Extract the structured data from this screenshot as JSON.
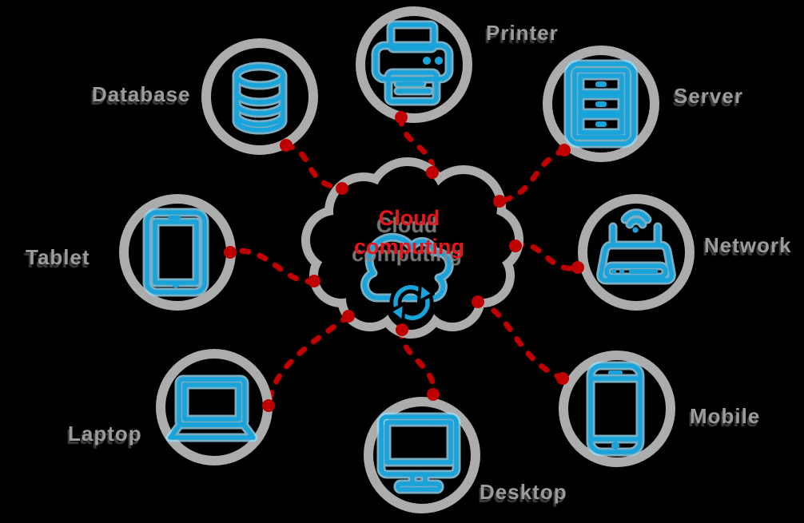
{
  "title": "Cloud computing diagram",
  "center": {
    "line1": "Cloud",
    "line2": "computing",
    "icon": "cloud-sync-icon"
  },
  "nodes": [
    {
      "id": "printer",
      "label": "Printer",
      "icon": "printer-icon"
    },
    {
      "id": "server",
      "label": "Server",
      "icon": "server-cabinet-icon"
    },
    {
      "id": "network",
      "label": "Network",
      "icon": "wifi-router-icon"
    },
    {
      "id": "mobile",
      "label": "Mobile",
      "icon": "smartphone-icon"
    },
    {
      "id": "desktop",
      "label": "Desktop",
      "icon": "monitor-icon"
    },
    {
      "id": "laptop",
      "label": "Laptop",
      "icon": "laptop-icon"
    },
    {
      "id": "tablet",
      "label": "Tablet",
      "icon": "tablet-icon"
    },
    {
      "id": "database",
      "label": "Database",
      "icon": "database-icon"
    }
  ],
  "colors": {
    "background": "#000000",
    "ring_gray": "#acacac",
    "icon_blue": "#18a3da",
    "icon_glow": "#9bdaf4",
    "connector_red": "#c00000",
    "center_text_red": "#e8151b",
    "label_gray": "#9b9b9b"
  }
}
